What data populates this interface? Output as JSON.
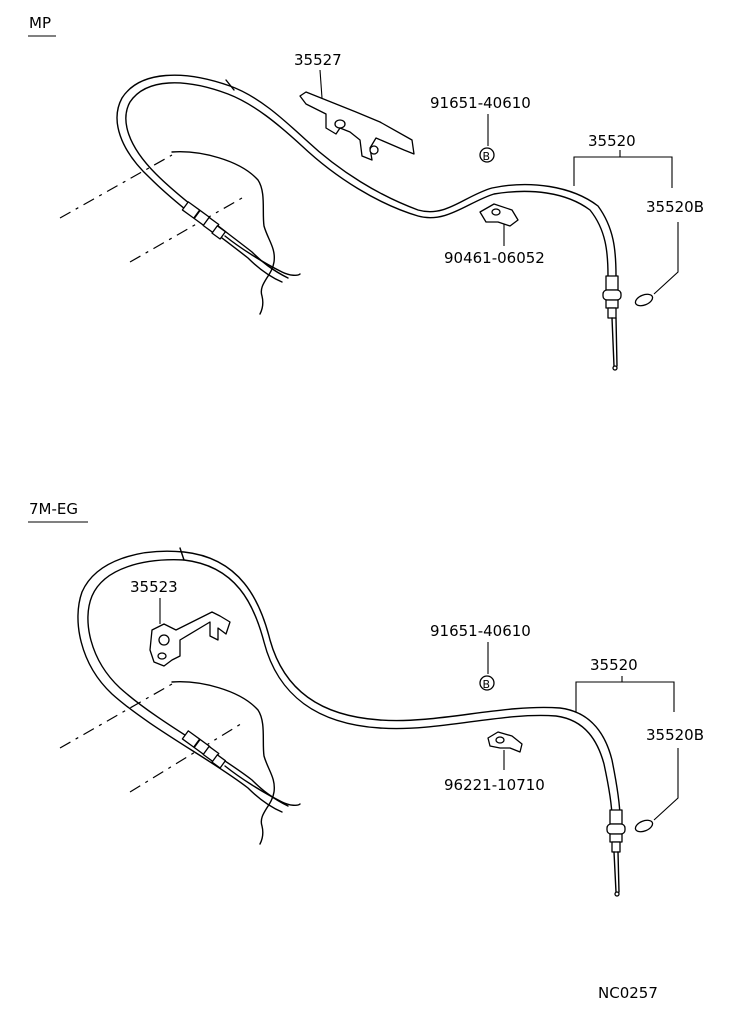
{
  "sections": [
    {
      "variant": "MP",
      "labels": {
        "bracket": "35527",
        "bolt": "91651-40610",
        "cable": "35520",
        "sub_part": "35520B",
        "clip": "90461-06052"
      }
    },
    {
      "variant": "7M-EG",
      "labels": {
        "bracket": "35523",
        "bolt": "91651-40610",
        "cable": "35520",
        "sub_part": "35520B",
        "clip": "96221-10710"
      }
    }
  ],
  "bolt_mark": "B",
  "diagram_code": "NC0257"
}
